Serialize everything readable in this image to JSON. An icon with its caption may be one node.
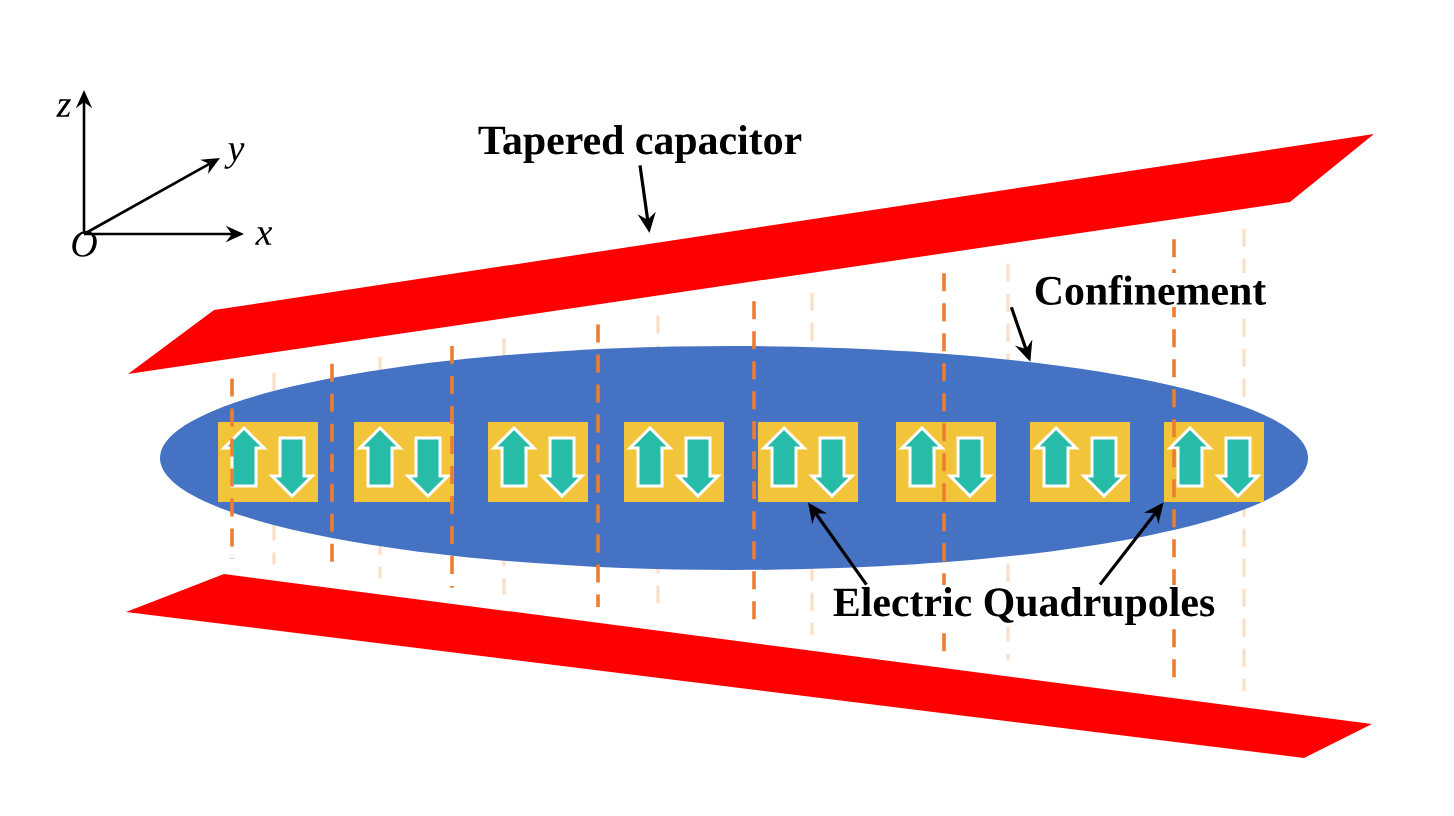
{
  "diagram": {
    "nodes": [
      {
        "text": [
          "Tapered capacitor"
        ]
      },
      {
        "text": [],
        "shape": "box"
      },
      {
        "text": [],
        "shape": "box"
      },
      {
        "text": [
          "Confinement"
        ]
      },
      {
        "text": [],
        "shape": "ellipse"
      },
      {
        "text": [],
        "shape": "box",
        "in": 4
      },
      {
        "text": [],
        "shape": "box",
        "in": 4
      },
      {
        "text": [],
        "shape": "box",
        "in": 4
      },
      {
        "text": [],
        "shape": "box",
        "in": 4
      },
      {
        "text": [],
        "shape": "box",
        "in": 4
      },
      {
        "text": [],
        "shape": "box",
        "in": 4
      },
      {
        "text": [],
        "shape": "box",
        "in": 4
      },
      {
        "text": [],
        "shape": "box",
        "in": 4
      },
      {
        "text": [
          "Electric Quadrupoles"
        ]
      }
    ],
    "edges": [
      {
        "from": 0,
        "to": 1,
        "arrow": "to"
      },
      {
        "from": 3,
        "to": 4,
        "arrow": "to"
      },
      {
        "from": 13,
        "to": 9,
        "arrow": "to"
      },
      {
        "from": 13,
        "to": 12,
        "arrow": "to"
      }
    ],
    "labels": [
      "z",
      "y",
      "x",
      "O"
    ]
  }
}
